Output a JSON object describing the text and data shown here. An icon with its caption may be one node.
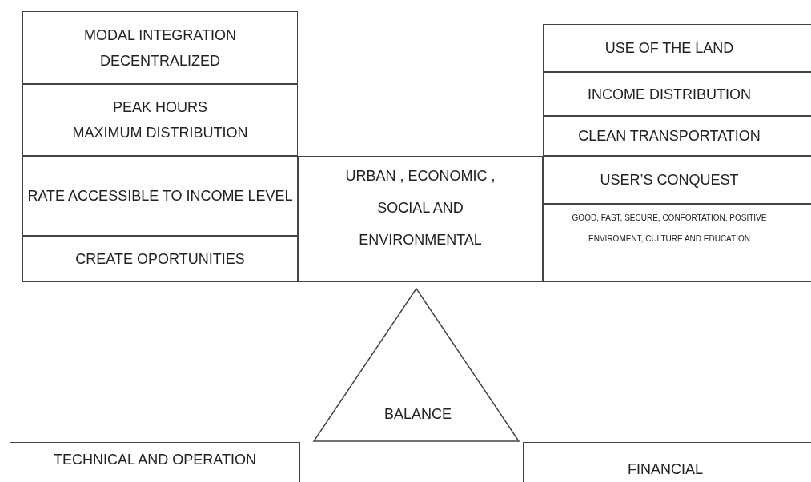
{
  "diagram": {
    "nodes": [
      {
        "text": [
          "MODAL INTEGRATION DECENTRALIZED"
        ]
      },
      {
        "text": [
          "PEAK HOURS MAXIMUM DISTRIBUTION"
        ]
      },
      {
        "text": [
          "RATE ACCESSIBLE TO INCOME LEVEL"
        ]
      },
      {
        "text": [
          "CREATE OPORTUNITIES"
        ]
      },
      {
        "text": [
          "URBAN , ECONOMIC , SOCIAL AND ENVIRONMENTAL"
        ]
      },
      {
        "text": [
          "USE OF THE LAND"
        ]
      },
      {
        "text": [
          "INCOME DISTRIBUTION"
        ]
      },
      {
        "text": [
          "CLEAN TRANSPORTATION"
        ]
      },
      {
        "text": [
          "USER’S CONQUEST"
        ]
      },
      {
        "text": [
          "GOOD, FAST, SECURE, CONFORTATION, POSITIVE ENVIROMENT,  CULTURE AND EDUCATION"
        ]
      },
      {
        "text": [
          "BALANCE"
        ]
      },
      {
        "text": [
          "TECHNICAL  AND OPERATION"
        ]
      },
      {
        "text": [
          "FINANCIAL"
        ]
      }
    ]
  }
}
